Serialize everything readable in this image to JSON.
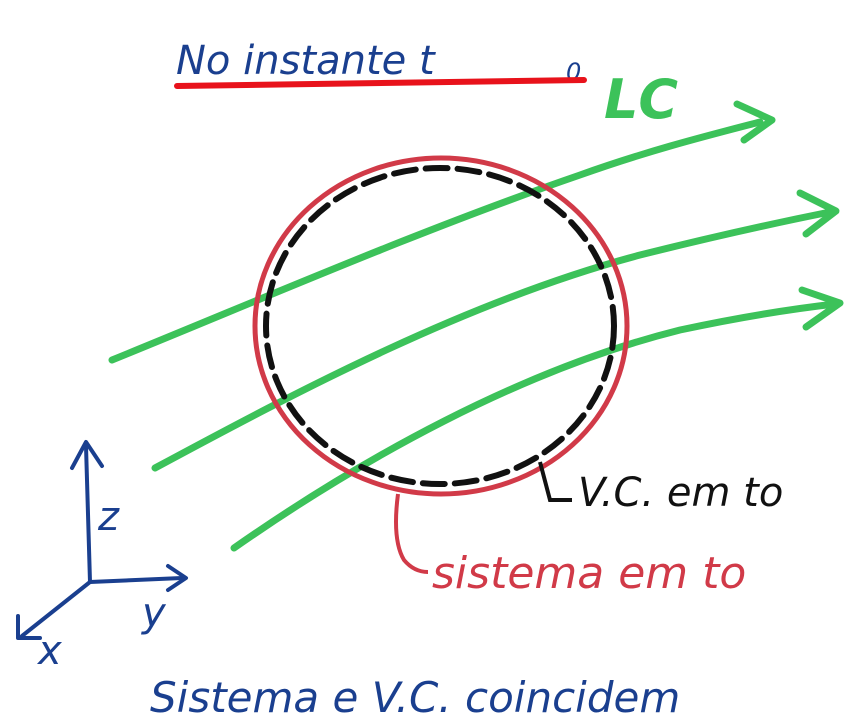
{
  "title": {
    "text": "No instante t",
    "subscript": "0",
    "color": "#1a3f8f",
    "underline_color": "#e8121b"
  },
  "flow": {
    "label": "LC",
    "color": "#3cc25a"
  },
  "system": {
    "label": "sistema em to",
    "color": "#d13a48"
  },
  "control_volume": {
    "label": "V.C. em to",
    "color": "#111111"
  },
  "axes": {
    "x_label": "x",
    "y_label": "y",
    "z_label": "z",
    "color": "#1a3f8f"
  },
  "caption": {
    "text": "Sistema e V.C. coincidem",
    "color": "#1a3f8f"
  }
}
